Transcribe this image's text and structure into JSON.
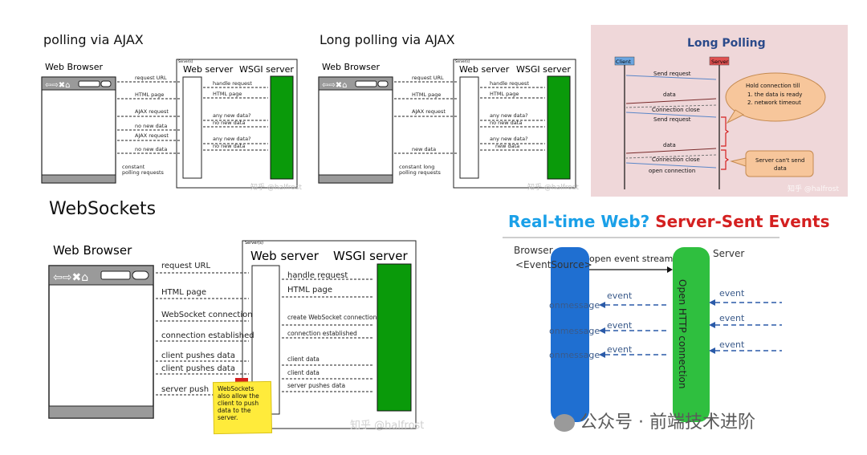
{
  "panel1": {
    "title": "polling via AJAX",
    "browser": "Web Browser",
    "servers_tag": "Server(s)",
    "web_server": "Web server",
    "wsgi_server": "WSGI server",
    "messages": [
      "request URL",
      "handle request",
      "HTML page",
      "HTML page",
      "AJAX request",
      "any new data?",
      "no new data",
      "no new data",
      "AJAX request",
      "any new data?",
      "no new data",
      "no new data"
    ],
    "note": [
      "constant",
      "polling requests"
    ],
    "watermark": "知乎 @halfrost"
  },
  "panel2": {
    "title": "Long polling via AJAX",
    "browser": "Web Browser",
    "servers_tag": "Server(s)",
    "web_server": "Web server",
    "wsgi_server": "WSGI server",
    "messages": [
      "request URL",
      "handle request",
      "HTML page",
      "HTML page",
      "AJAX request",
      "any new data?",
      "no new data",
      "any new data?",
      "new data",
      "new data"
    ],
    "note": [
      "constant long",
      "polling requests"
    ],
    "watermark": "知乎 @halfrost"
  },
  "panel3": {
    "title": "Long Polling",
    "client": "Client",
    "server": "Server",
    "messages": [
      "Send request",
      "data",
      "Connection close",
      "Send request",
      "data",
      "Connection close",
      "open connection"
    ],
    "callout1": [
      "Hold connection till",
      "1.  the data is ready",
      "2.  network timeout"
    ],
    "callout2": [
      "Server can't send",
      "data"
    ],
    "watermark": "知乎 @halfrost"
  },
  "panel4": {
    "title": "WebSockets",
    "browser": "Web Browser",
    "servers_tag": "Server(s)",
    "web_server": "Web server",
    "wsgi_server": "WSGI server",
    "messages": [
      "request URL",
      "handle request",
      "HTML page",
      "HTML page",
      "WebSocket connection",
      "create WebSocket connection",
      "connection established",
      "connection established",
      "client pushes data",
      "client data",
      "client pushes data",
      "client data",
      "server pushes data",
      "server push"
    ],
    "sticky": [
      "WebSockets",
      "also allow the",
      "client to push",
      "data to the",
      "server."
    ],
    "watermark": "知乎 @halfrost"
  },
  "panel5": {
    "title_a": "Real-time Web?",
    "title_b": "Server-Sent Events",
    "browser": "Browser",
    "eventsource": "<EventSource>",
    "server": "Server",
    "open_stream": "open event stream",
    "connection": "Open HTTP connection",
    "onmessage": "onmessage",
    "event": "event",
    "footer_wechat": "公众号 · 前端技术进阶"
  },
  "colors": {
    "wsgi_green": "#0a9a0a",
    "sse_blue": "#1f6fd1",
    "sse_green": "#2fbf3f",
    "sse_title_blue": "#1aa0e8",
    "sse_title_red": "#d42020",
    "lp_bg": "#efd7d9",
    "callout": "#f7c69b",
    "sticky": "#ffeb3b"
  }
}
